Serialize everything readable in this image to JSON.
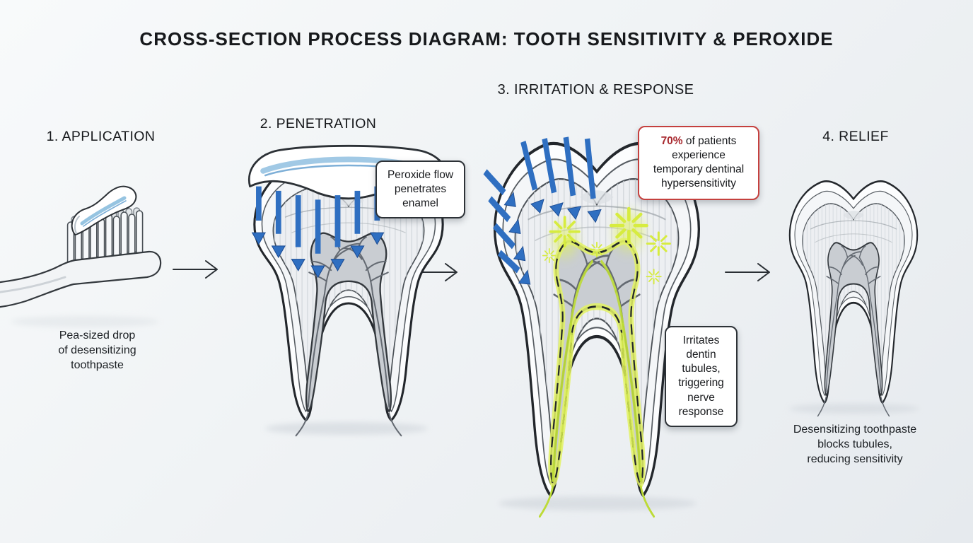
{
  "title": "CROSS-SECTION PROCESS DIAGRAM: TOOTH SENSITIVITY & PEROXIDE",
  "steps": [
    {
      "label": "1. APPLICATION",
      "caption_lines": [
        "Pea-sized drop",
        "of desensitizing",
        "toothpaste"
      ]
    },
    {
      "label": "2. PENETRATION",
      "callout_lines": [
        "Peroxide flow",
        "penetrates",
        "enamel"
      ]
    },
    {
      "label": "3. IRRITATION & RESPONSE",
      "stat": {
        "highlight": "70%",
        "line1_rest": " of patients",
        "lines": [
          "experience",
          "temporary dentinal",
          "hypersensitivity"
        ]
      },
      "callout_lines": [
        "Irritates",
        "dentin",
        "tubules,",
        "triggering",
        "nerve",
        "response"
      ]
    },
    {
      "label": "4. RELIEF",
      "caption_lines": [
        "Desensitizing toothpaste",
        "blocks tubules,",
        "reducing sensitivity"
      ]
    }
  ],
  "colors": {
    "accent_blue": "#2f6fc1",
    "alert_red": "#c5403e",
    "nerve_green": "#d7ec3f",
    "ink": "#17191c"
  }
}
